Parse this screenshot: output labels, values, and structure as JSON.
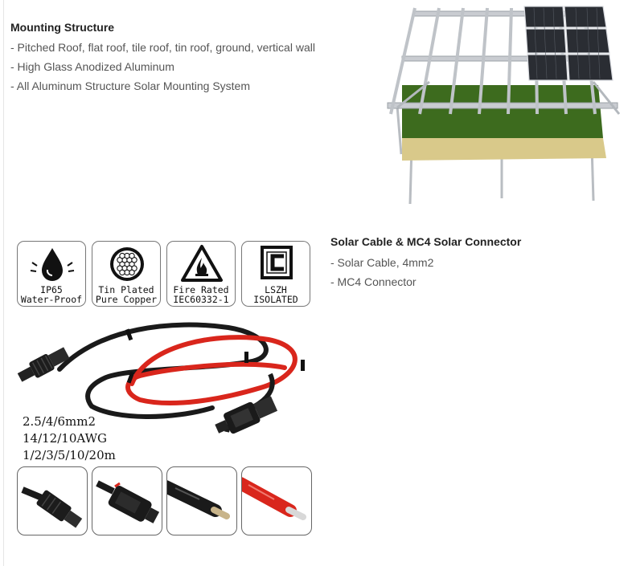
{
  "mounting": {
    "title": "Mounting Structure",
    "bullets": [
      "- Pitched Roof, flat roof, tile roof, tin roof, ground, vertical wall",
      "- High Glass Anodized Aluminum",
      "- All Aluminum Structure Solar Mounting System"
    ]
  },
  "cable": {
    "title": "Solar Cable & MC4 Solar Connector",
    "bullets": [
      "- Solar Cable, 4mm2",
      "- MC4 Connector"
    ]
  },
  "badges": [
    {
      "icon": "water-drop-icon",
      "line1": "IP65",
      "line2": "Water-Proof"
    },
    {
      "icon": "copper-strand-icon",
      "line1": "Tin Plated",
      "line2": "Pure Copper"
    },
    {
      "icon": "fire-warning-icon",
      "line1": "Fire Rated",
      "line2": "IEC60332-1"
    },
    {
      "icon": "lszh-c-icon",
      "line1": "LSZH",
      "line2": "ISOLATED"
    }
  ],
  "specs": [
    "2.5/4/6mm2",
    "14/12/10AWG",
    "1/2/3/5/10/20m"
  ],
  "colors": {
    "cable_red": "#d9261c",
    "cable_black": "#1a1a1a",
    "grass": "#3d6b1e",
    "soil": "#d9c98a"
  }
}
